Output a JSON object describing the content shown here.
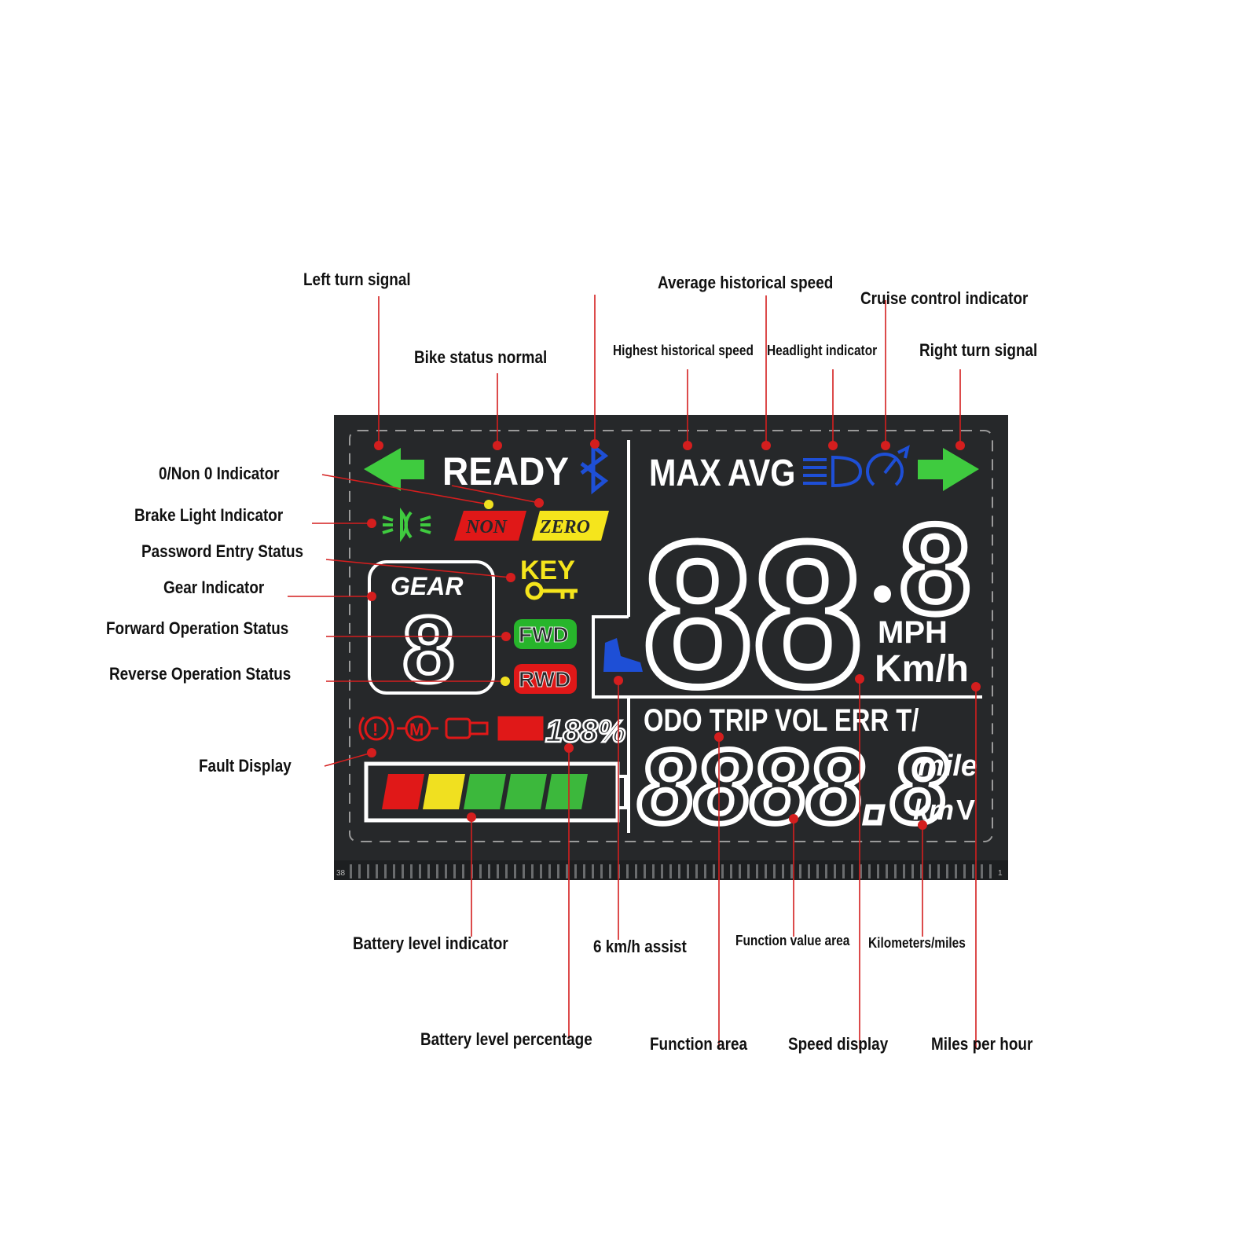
{
  "labels": {
    "left_turn_signal": "Left turn signal",
    "bike_status_normal": "Bike status normal",
    "average_historical_speed": "Average historical speed",
    "cruise_control_indicator": "Cruise control indicator",
    "highest_historical_speed": "Highest historical speed",
    "headlight_indicator": "Headlight indicator",
    "right_turn_signal": "Right turn signal",
    "zero_non_zero_indicator": "0/Non 0 Indicator",
    "brake_light_indicator": "Brake Light Indicator",
    "password_entry_status": "Password Entry Status",
    "gear_indicator": "Gear Indicator",
    "forward_operation_status": "Forward Operation Status",
    "reverse_operation_status": "Reverse Operation Status",
    "fault_display": "Fault Display",
    "battery_level_indicator": "Battery level indicator",
    "assist_6kmh": "6 km/h assist",
    "function_value_area": "Function value area",
    "kilometers_miles": "Kilometers/miles",
    "battery_level_percentage": "Battery level percentage",
    "function_area": "Function area",
    "speed_display": "Speed display",
    "miles_per_hour": "Miles per hour"
  },
  "display": {
    "ready": "READY",
    "max": "MAX",
    "avg": "AVG",
    "non": "NON",
    "zero": "ZERO",
    "key": "KEY",
    "gear_label": "GEAR",
    "gear_digit": "8",
    "fwd": "FWD",
    "rwd": "RWD",
    "battery_percent": "188%",
    "speed_digits": "88",
    "speed_decimal": "8",
    "mph": "MPH",
    "kmh": "Km/h",
    "function_labels": "ODO TRIP VOL ERR T/",
    "function_digits": "8888.8",
    "mile": "mile",
    "km": "km",
    "volt": "V",
    "corner_left": "38",
    "corner_right": "1",
    "fault_motor": "M"
  },
  "colors": {
    "lcd_bg": "#26282a",
    "turn_green": "#3fcb3f",
    "blue": "#1e4fd6",
    "red": "#e01818",
    "yellow": "#f5e51c",
    "fwd_green": "#27b52b",
    "marker_red": "#d41e1e",
    "marker_yellow": "#f0e020",
    "battery_segments": [
      "#e01818",
      "#f0e020",
      "#3cb83c",
      "#3cb83c",
      "#3cb83c"
    ]
  },
  "battery": {
    "segments_lit": 5,
    "segments_total": 5
  }
}
